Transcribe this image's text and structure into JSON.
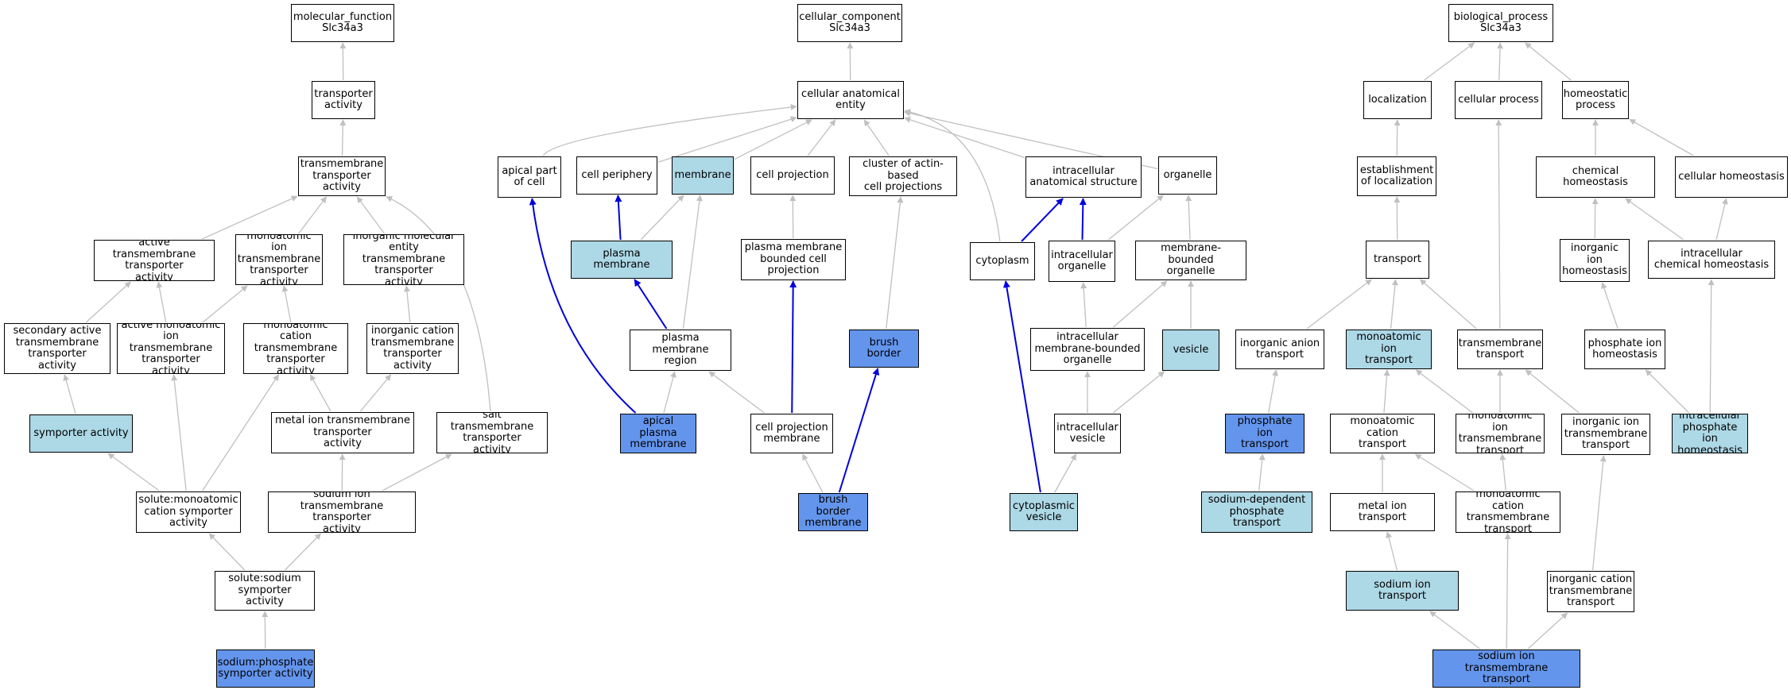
{
  "style": {
    "edge_color": "#c0c0c0",
    "highlight_edge_color": "#0000dd",
    "light_fill": "#add8e6",
    "strong_fill": "#6495ed"
  },
  "nodes": [
    {
      "id": "mf_root",
      "label": "molecular_function\nSlc34a3",
      "fill": "white"
    },
    {
      "id": "mf_transporter",
      "label": "transporter\nactivity",
      "fill": "white"
    },
    {
      "id": "mf_tm",
      "label": "transmembrane\ntransporter\nactivity",
      "fill": "white"
    },
    {
      "id": "mf_active",
      "label": "active transmembrane\ntransporter\nactivity",
      "fill": "white"
    },
    {
      "id": "mf_monoion",
      "label": "monoatomic ion\ntransmembrane\ntransporter\nactivity",
      "fill": "white"
    },
    {
      "id": "mf_inorgmol",
      "label": "inorganic molecular\nentity transmembrane\ntransporter\nactivity",
      "fill": "white"
    },
    {
      "id": "mf_secactive",
      "label": "secondary active\ntransmembrane\ntransporter\nactivity",
      "fill": "white"
    },
    {
      "id": "mf_activemono",
      "label": "active monoatomic\nion transmembrane\ntransporter\nactivity",
      "fill": "white"
    },
    {
      "id": "mf_monocation",
      "label": "monoatomic cation\ntransmembrane\ntransporter\nactivity",
      "fill": "white"
    },
    {
      "id": "mf_inorgcation",
      "label": "inorganic cation\ntransmembrane\ntransporter\nactivity",
      "fill": "white"
    },
    {
      "id": "mf_symporter",
      "label": "symporter activity",
      "fill": "light"
    },
    {
      "id": "mf_metalion",
      "label": "metal ion transmembrane\ntransporter\nactivity",
      "fill": "white"
    },
    {
      "id": "mf_salt",
      "label": "salt transmembrane\ntransporter\nactivity",
      "fill": "white"
    },
    {
      "id": "mf_solmono",
      "label": "solute:monoatomic\ncation symporter\nactivity",
      "fill": "white"
    },
    {
      "id": "mf_sodiumion",
      "label": "sodium ion transmembrane\ntransporter\nactivity",
      "fill": "white"
    },
    {
      "id": "mf_solsodium",
      "label": "solute:sodium\nsymporter activity",
      "fill": "white"
    },
    {
      "id": "mf_naphos",
      "label": "sodium:phosphate\nsymporter activity",
      "fill": "strong"
    },
    {
      "id": "cc_root",
      "label": "cellular_component\nSlc34a3",
      "fill": "white"
    },
    {
      "id": "cc_anat",
      "label": "cellular anatomical\nentity",
      "fill": "white"
    },
    {
      "id": "cc_apicalpart",
      "label": "apical part\nof cell",
      "fill": "white"
    },
    {
      "id": "cc_periphery",
      "label": "cell periphery",
      "fill": "white"
    },
    {
      "id": "cc_membrane",
      "label": "membrane",
      "fill": "light"
    },
    {
      "id": "cc_projection",
      "label": "cell projection",
      "fill": "white"
    },
    {
      "id": "cc_cluster",
      "label": "cluster of actin-based\ncell projections",
      "fill": "white"
    },
    {
      "id": "cc_intraanat",
      "label": "intracellular\nanatomical structure",
      "fill": "white"
    },
    {
      "id": "cc_organelle",
      "label": "organelle",
      "fill": "white"
    },
    {
      "id": "cc_plasmamem",
      "label": "plasma membrane",
      "fill": "light"
    },
    {
      "id": "cc_pmbounded",
      "label": "plasma membrane\nbounded cell\nprojection",
      "fill": "white"
    },
    {
      "id": "cc_cytoplasm",
      "label": "cytoplasm",
      "fill": "white"
    },
    {
      "id": "cc_intraorg",
      "label": "intracellular\norganelle",
      "fill": "white"
    },
    {
      "id": "cc_membound",
      "label": "membrane-bounded\norganelle",
      "fill": "white"
    },
    {
      "id": "cc_brush",
      "label": "brush border",
      "fill": "strong"
    },
    {
      "id": "cc_pmregion",
      "label": "plasma membrane\nregion",
      "fill": "white"
    },
    {
      "id": "cc_intramemorg",
      "label": "intracellular\nmembrane-bounded\norganelle",
      "fill": "white"
    },
    {
      "id": "cc_vesicle",
      "label": "vesicle",
      "fill": "light"
    },
    {
      "id": "cc_apicalpm",
      "label": "apical plasma\nmembrane",
      "fill": "strong"
    },
    {
      "id": "cc_cellprojmem",
      "label": "cell projection\nmembrane",
      "fill": "white"
    },
    {
      "id": "cc_intravesicle",
      "label": "intracellular\nvesicle",
      "fill": "white"
    },
    {
      "id": "cc_brushmem",
      "label": "brush border\nmembrane",
      "fill": "strong"
    },
    {
      "id": "cc_cytovesicle",
      "label": "cytoplasmic\nvesicle",
      "fill": "light"
    },
    {
      "id": "bp_root",
      "label": "biological_process\nSlc34a3",
      "fill": "white"
    },
    {
      "id": "bp_local",
      "label": "localization",
      "fill": "white"
    },
    {
      "id": "bp_cellproc",
      "label": "cellular process",
      "fill": "white"
    },
    {
      "id": "bp_homeo",
      "label": "homeostatic\nprocess",
      "fill": "white"
    },
    {
      "id": "bp_estab",
      "label": "establishment\nof localization",
      "fill": "white"
    },
    {
      "id": "bp_chemhomeo",
      "label": "chemical homeostasis",
      "fill": "white"
    },
    {
      "id": "bp_cellhomeo",
      "label": "cellular homeostasis",
      "fill": "white"
    },
    {
      "id": "bp_transport",
      "label": "transport",
      "fill": "white"
    },
    {
      "id": "bp_inorgionhomeo",
      "label": "inorganic ion\nhomeostasis",
      "fill": "white"
    },
    {
      "id": "bp_intrachem",
      "label": "intracellular\nchemical homeostasis",
      "fill": "white"
    },
    {
      "id": "bp_inorganion",
      "label": "inorganic anion\ntransport",
      "fill": "white"
    },
    {
      "id": "bp_monoiontrans",
      "label": "monoatomic ion\ntransport",
      "fill": "light"
    },
    {
      "id": "bp_tmtransport",
      "label": "transmembrane\ntransport",
      "fill": "white"
    },
    {
      "id": "bp_phoshomeo",
      "label": "phosphate ion\nhomeostasis",
      "fill": "white"
    },
    {
      "id": "bp_phosiontrans",
      "label": "phosphate ion\ntransport",
      "fill": "strong"
    },
    {
      "id": "bp_monocattrans",
      "label": "monoatomic cation\ntransport",
      "fill": "white"
    },
    {
      "id": "bp_monoiontm",
      "label": "monoatomic ion\ntransmembrane\ntransport",
      "fill": "white"
    },
    {
      "id": "bp_inorgiontm",
      "label": "inorganic ion\ntransmembrane\ntransport",
      "fill": "white"
    },
    {
      "id": "bp_intraphos",
      "label": "intracellular\nphosphate ion\nhomeostasis",
      "fill": "light"
    },
    {
      "id": "bp_sodiumphos",
      "label": "sodium-dependent\nphosphate transport",
      "fill": "light"
    },
    {
      "id": "bp_metaliontrans",
      "label": "metal ion transport",
      "fill": "white"
    },
    {
      "id": "bp_monocattm",
      "label": "monoatomic cation\ntransmembrane\ntransport",
      "fill": "white"
    },
    {
      "id": "bp_sodiumtrans",
      "label": "sodium ion transport",
      "fill": "light"
    },
    {
      "id": "bp_inorgcattm",
      "label": "inorganic cation\ntransmembrane\ntransport",
      "fill": "white"
    },
    {
      "id": "bp_sodiumtm",
      "label": "sodium ion transmembrane\ntransport",
      "fill": "strong"
    }
  ],
  "edges": [
    {
      "from": "mf_transporter",
      "to": "mf_root"
    },
    {
      "from": "mf_tm",
      "to": "mf_transporter"
    },
    {
      "from": "mf_active",
      "to": "mf_tm"
    },
    {
      "from": "mf_monoion",
      "to": "mf_tm"
    },
    {
      "from": "mf_inorgmol",
      "to": "mf_tm"
    },
    {
      "from": "mf_salt",
      "to": "mf_tm"
    },
    {
      "from": "mf_secactive",
      "to": "mf_active"
    },
    {
      "from": "mf_activemono",
      "to": "mf_active"
    },
    {
      "from": "mf_activemono",
      "to": "mf_monoion"
    },
    {
      "from": "mf_monocation",
      "to": "mf_monoion"
    },
    {
      "from": "mf_inorgcation",
      "to": "mf_inorgmol"
    },
    {
      "from": "mf_symporter",
      "to": "mf_secactive"
    },
    {
      "from": "mf_metalion",
      "to": "mf_monocation"
    },
    {
      "from": "mf_metalion",
      "to": "mf_inorgcation"
    },
    {
      "from": "mf_solmono",
      "to": "mf_symporter"
    },
    {
      "from": "mf_solmono",
      "to": "mf_activemono"
    },
    {
      "from": "mf_solmono",
      "to": "mf_monocation"
    },
    {
      "from": "mf_sodiumion",
      "to": "mf_metalion"
    },
    {
      "from": "mf_sodiumion",
      "to": "mf_salt"
    },
    {
      "from": "mf_solsodium",
      "to": "mf_solmono"
    },
    {
      "from": "mf_solsodium",
      "to": "mf_sodiumion"
    },
    {
      "from": "mf_naphos",
      "to": "mf_solsodium"
    },
    {
      "from": "cc_anat",
      "to": "cc_root"
    },
    {
      "from": "cc_apicalpart",
      "to": "cc_anat"
    },
    {
      "from": "cc_periphery",
      "to": "cc_anat"
    },
    {
      "from": "cc_membrane",
      "to": "cc_anat"
    },
    {
      "from": "cc_projection",
      "to": "cc_anat"
    },
    {
      "from": "cc_cluster",
      "to": "cc_anat"
    },
    {
      "from": "cc_intraanat",
      "to": "cc_anat"
    },
    {
      "from": "cc_organelle",
      "to": "cc_anat"
    },
    {
      "from": "cc_cytoplasm",
      "to": "cc_anat"
    },
    {
      "from": "cc_plasmamem",
      "to": "cc_periphery",
      "highlight": true
    },
    {
      "from": "cc_plasmamem",
      "to": "cc_membrane"
    },
    {
      "from": "cc_pmbounded",
      "to": "cc_projection"
    },
    {
      "from": "cc_brush",
      "to": "cc_cluster"
    },
    {
      "from": "cc_cytoplasm",
      "to": "cc_intraanat",
      "highlight": true
    },
    {
      "from": "cc_intraorg",
      "to": "cc_intraanat",
      "highlight": true
    },
    {
      "from": "cc_intraorg",
      "to": "cc_organelle"
    },
    {
      "from": "cc_membound",
      "to": "cc_organelle"
    },
    {
      "from": "cc_pmregion",
      "to": "cc_plasmamem",
      "highlight": true
    },
    {
      "from": "cc_pmregion",
      "to": "cc_membrane"
    },
    {
      "from": "cc_intramemorg",
      "to": "cc_intraorg"
    },
    {
      "from": "cc_intramemorg",
      "to": "cc_membound"
    },
    {
      "from": "cc_vesicle",
      "to": "cc_membound"
    },
    {
      "from": "cc_apicalpm",
      "to": "cc_apicalpart",
      "highlight": true
    },
    {
      "from": "cc_apicalpm",
      "to": "cc_pmregion"
    },
    {
      "from": "cc_cellprojmem",
      "to": "cc_pmregion"
    },
    {
      "from": "cc_cellprojmem",
      "to": "cc_pmbounded",
      "highlight": true
    },
    {
      "from": "cc_intravesicle",
      "to": "cc_intramemorg"
    },
    {
      "from": "cc_intravesicle",
      "to": "cc_vesicle"
    },
    {
      "from": "cc_brushmem",
      "to": "cc_cellprojmem"
    },
    {
      "from": "cc_brushmem",
      "to": "cc_brush",
      "highlight": true
    },
    {
      "from": "cc_cytovesicle",
      "to": "cc_intravesicle"
    },
    {
      "from": "cc_cytovesicle",
      "to": "cc_cytoplasm",
      "highlight": true
    },
    {
      "from": "bp_local",
      "to": "bp_root"
    },
    {
      "from": "bp_cellproc",
      "to": "bp_root"
    },
    {
      "from": "bp_homeo",
      "to": "bp_root"
    },
    {
      "from": "bp_estab",
      "to": "bp_local"
    },
    {
      "from": "bp_chemhomeo",
      "to": "bp_homeo"
    },
    {
      "from": "bp_cellhomeo",
      "to": "bp_homeo"
    },
    {
      "from": "bp_transport",
      "to": "bp_estab"
    },
    {
      "from": "bp_inorgionhomeo",
      "to": "bp_chemhomeo"
    },
    {
      "from": "bp_intrachem",
      "to": "bp_chemhomeo"
    },
    {
      "from": "bp_intrachem",
      "to": "bp_cellhomeo"
    },
    {
      "from": "bp_inorganion",
      "to": "bp_transport"
    },
    {
      "from": "bp_monoiontrans",
      "to": "bp_transport"
    },
    {
      "from": "bp_tmtransport",
      "to": "bp_transport"
    },
    {
      "from": "bp_tmtransport",
      "to": "bp_cellproc"
    },
    {
      "from": "bp_phoshomeo",
      "to": "bp_inorgionhomeo"
    },
    {
      "from": "bp_phosiontrans",
      "to": "bp_inorganion"
    },
    {
      "from": "bp_monocattrans",
      "to": "bp_monoiontrans"
    },
    {
      "from": "bp_monoiontm",
      "to": "bp_monoiontrans"
    },
    {
      "from": "bp_monoiontm",
      "to": "bp_tmtransport"
    },
    {
      "from": "bp_inorgiontm",
      "to": "bp_tmtransport"
    },
    {
      "from": "bp_intraphos",
      "to": "bp_phoshomeo"
    },
    {
      "from": "bp_intraphos",
      "to": "bp_intrachem"
    },
    {
      "from": "bp_sodiumphos",
      "to": "bp_phosiontrans"
    },
    {
      "from": "bp_metaliontrans",
      "to": "bp_monocattrans"
    },
    {
      "from": "bp_monocattm",
      "to": "bp_monocattrans"
    },
    {
      "from": "bp_monocattm",
      "to": "bp_monoiontm"
    },
    {
      "from": "bp_sodiumtrans",
      "to": "bp_metaliontrans"
    },
    {
      "from": "bp_inorgcattm",
      "to": "bp_inorgiontm"
    },
    {
      "from": "bp_sodiumtm",
      "to": "bp_sodiumtrans"
    },
    {
      "from": "bp_sodiumtm",
      "to": "bp_monocattm"
    },
    {
      "from": "bp_sodiumtm",
      "to": "bp_inorgcattm"
    }
  ]
}
